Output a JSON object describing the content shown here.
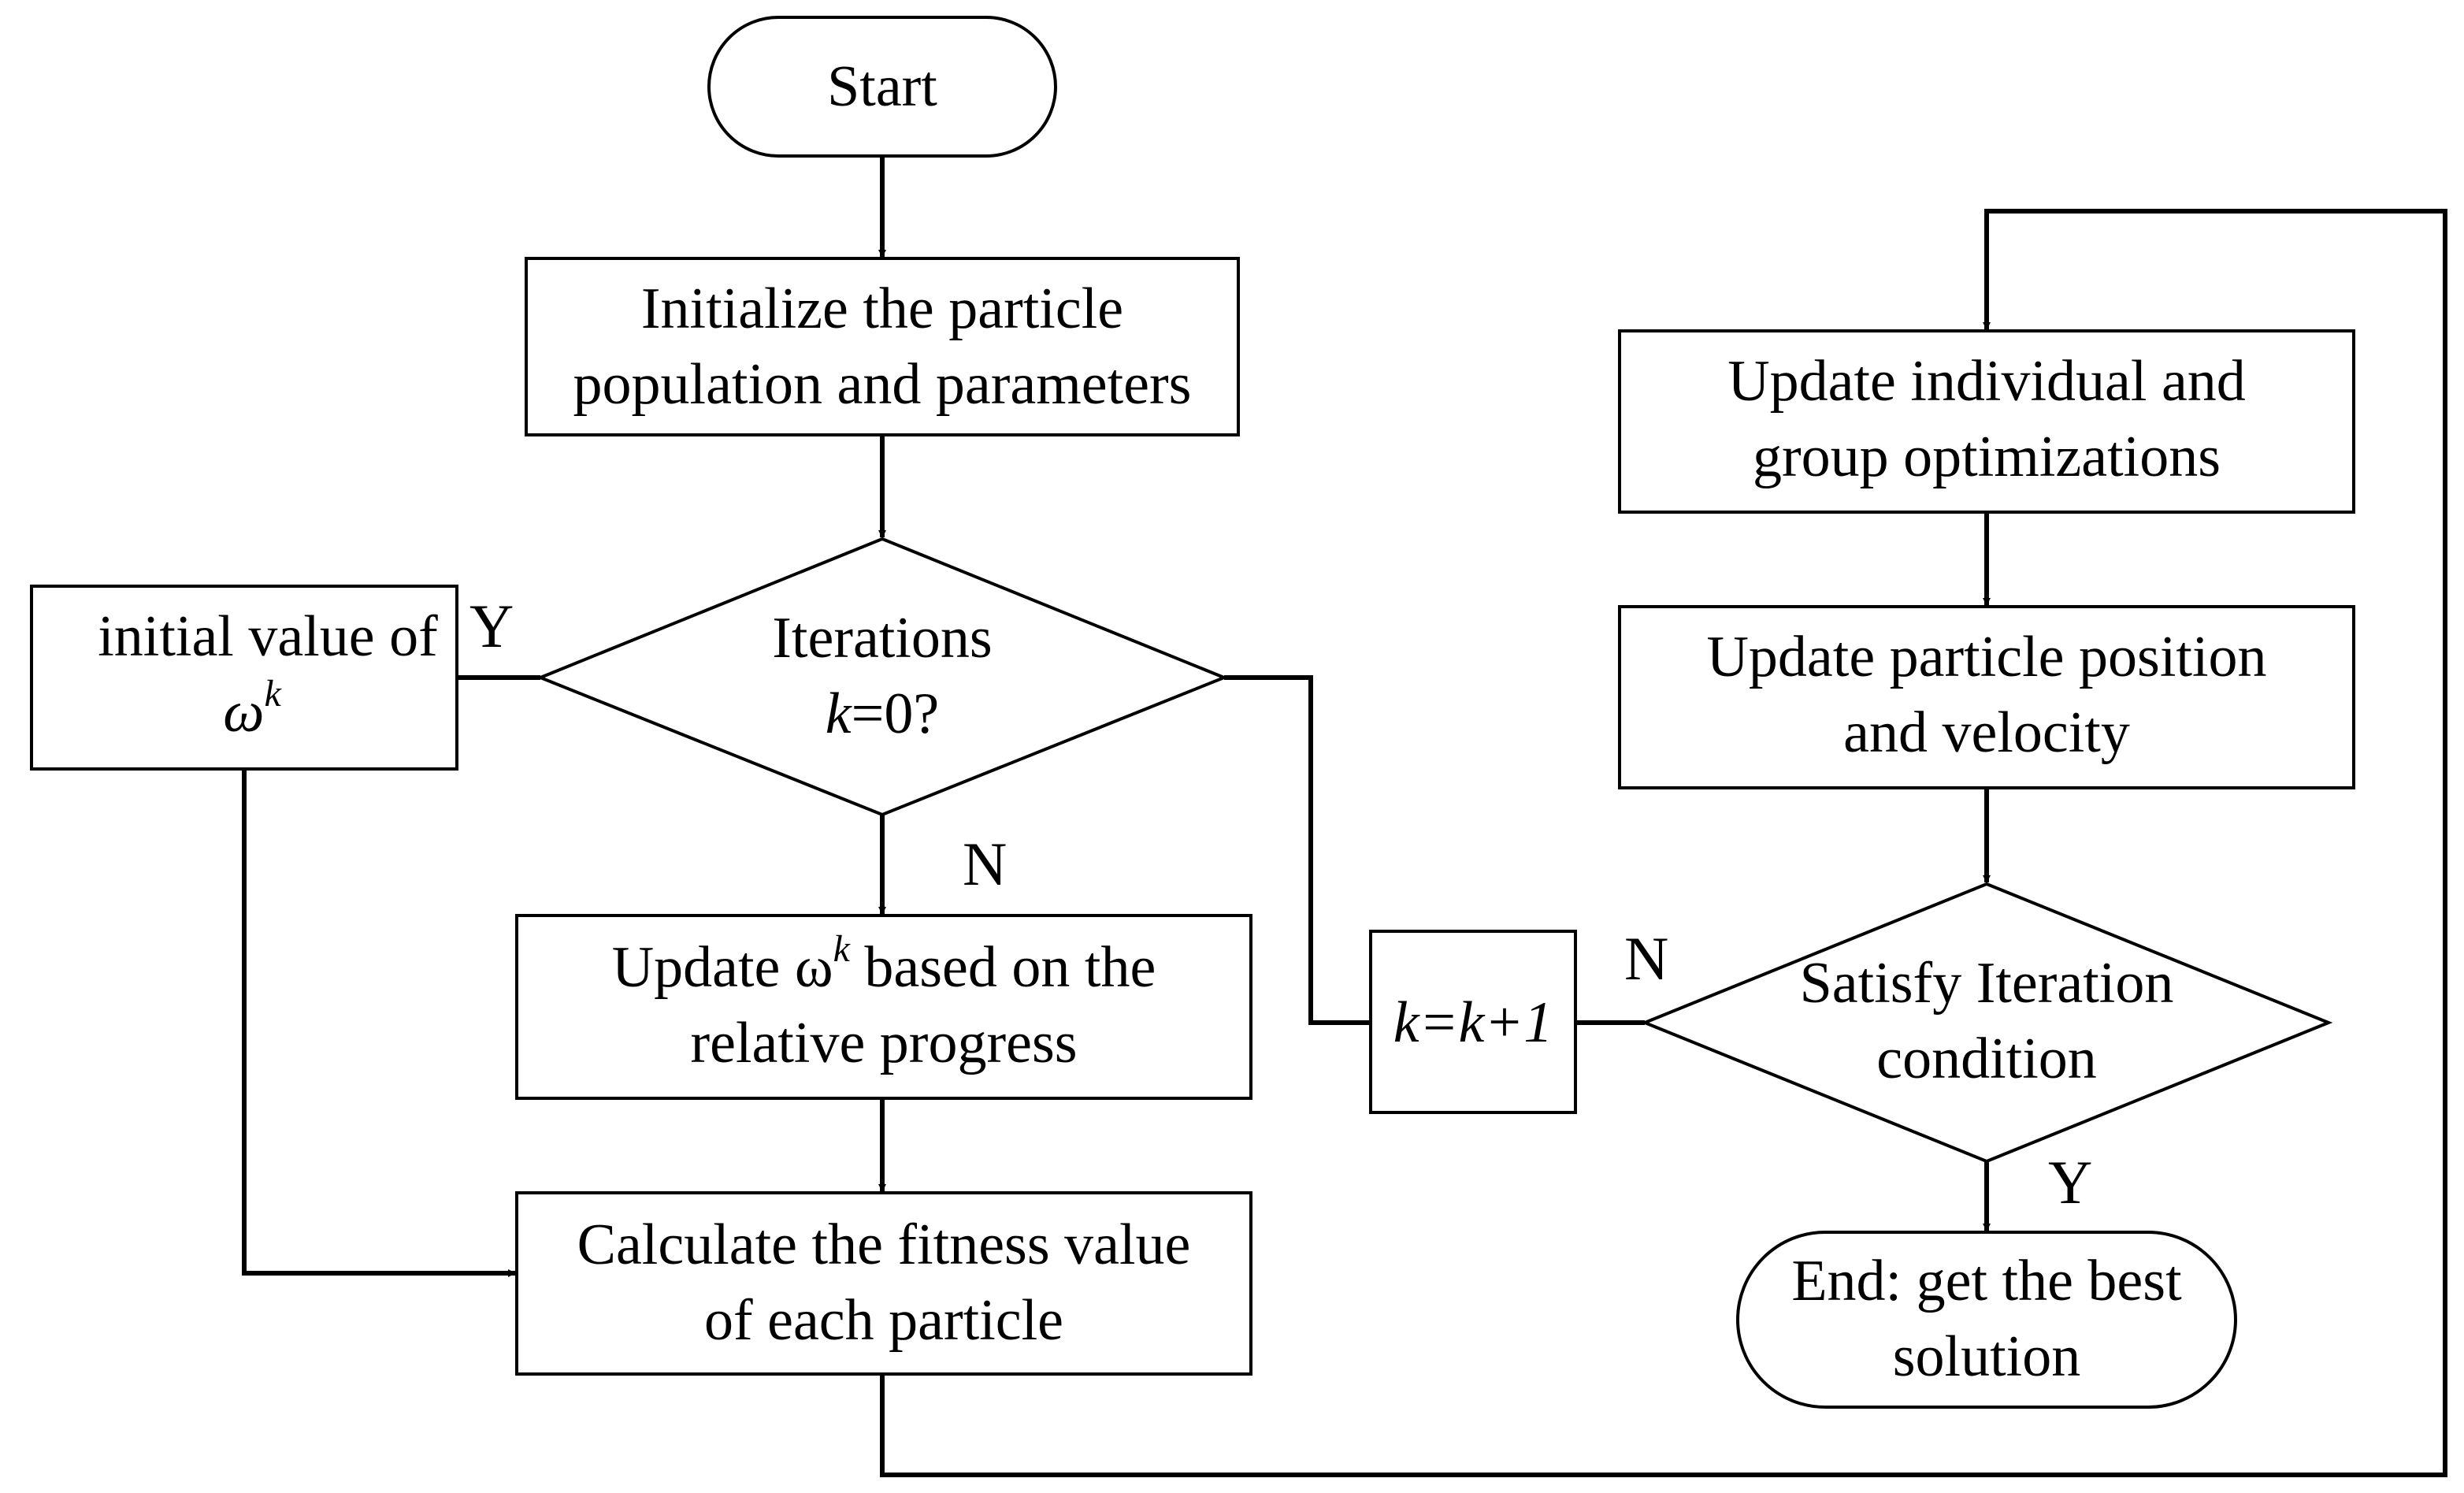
{
  "nodes": {
    "start": {
      "text": "Start"
    },
    "init": {
      "line1": "Initialize the particle",
      "line2": "population and parameters"
    },
    "decision_k0": {
      "line1": "Iterations",
      "var": "k",
      "rest": "=0?"
    },
    "initial_omega": {
      "line1": "initial value of",
      "symbol": "ω",
      "sup": "k"
    },
    "update_omega": {
      "pre": "Update ω",
      "sup": "k",
      "post": " based on the",
      "line2": "relative progress"
    },
    "fitness": {
      "line1": "Calculate the fitness value",
      "line2": "of each particle"
    },
    "update_best": {
      "line1": "Update individual and",
      "line2": "group optimizations"
    },
    "update_pos": {
      "line1": "Update particle position",
      "line2": "and velocity"
    },
    "decision_cond": {
      "line1": "Satisfy Iteration",
      "line2": "condition"
    },
    "increment": {
      "text": "k=k+1"
    },
    "end": {
      "line1": "End: get the best",
      "line2": "solution"
    }
  },
  "edge_labels": {
    "k0_yes": "Y",
    "k0_no": "N",
    "cond_no": "N",
    "cond_yes": "Y"
  },
  "style": {
    "stroke": "#000000",
    "fill": "#ffffff"
  }
}
